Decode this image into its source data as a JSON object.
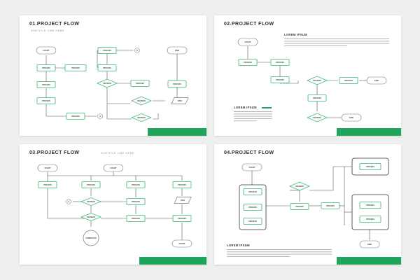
{
  "theme": {
    "accent": "#1fa55b",
    "box_stroke": "#35b96d",
    "line": "#555555",
    "terminal_stroke": "#777777"
  },
  "panel1": {
    "title": "01.PROJECT FLOW",
    "subtitle": "SUBTITLE LINE HERE"
  },
  "panel2": {
    "title": "02.PROJECT FLOW",
    "heading_top": "LOREM IPSUM",
    "heading_bottom": "LOREM IPSUM"
  },
  "panel3": {
    "title": "03.PROJECT FLOW",
    "subtitle": "SUBTITLE LINE HERE"
  },
  "panel4": {
    "title": "04.PROJECT FLOW",
    "heading": "LOREM IPSUM"
  },
  "labels": {
    "start": "START",
    "end": "END",
    "process": "PROCESS",
    "decision": "DECISION",
    "data": "DATA",
    "connector": "CONNECTOR"
  }
}
